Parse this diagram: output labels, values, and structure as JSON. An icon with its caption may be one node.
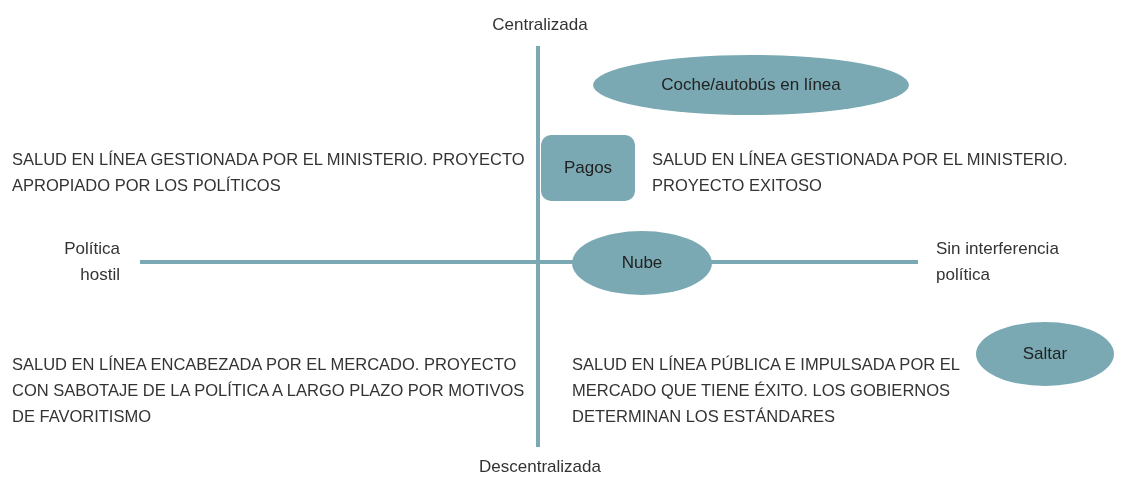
{
  "diagram": {
    "nodes": [
      {
        "text": [
          "Coche/autobús en línea"
        ]
      },
      {
        "text": [
          "Pagos"
        ]
      },
      {
        "text": [
          "Nube"
        ]
      },
      {
        "text": [
          "Saltar"
        ]
      }
    ],
    "labels": [
      "Centralizada",
      "SALUD EN LÍNEA GESTIONADA POR EL MINISTERIO. PROYECTO APROPIADO POR LOS POLÍTICOS",
      "SALUD EN LÍNEA GESTIONADA POR EL MINISTERIO. PROYECTO EXITOSO",
      "Política hostil",
      "Sin interferencia política",
      "SALUD EN LÍNEA ENCABEZADA POR EL MERCADO. PROYECTO CON SABOTAJE DE LA POLÍTICA A LARGO PLAZO POR MOTIVOS DE FAVORITISMO",
      "SALUD EN LÍNEA PÚBLICA E IMPULSADA POR EL MERCADO QUE TIENE ÉXITO. LOS GOBIERNOS DETERMINAN LOS ESTÁNDARES",
      "Descentralizada"
    ]
  }
}
